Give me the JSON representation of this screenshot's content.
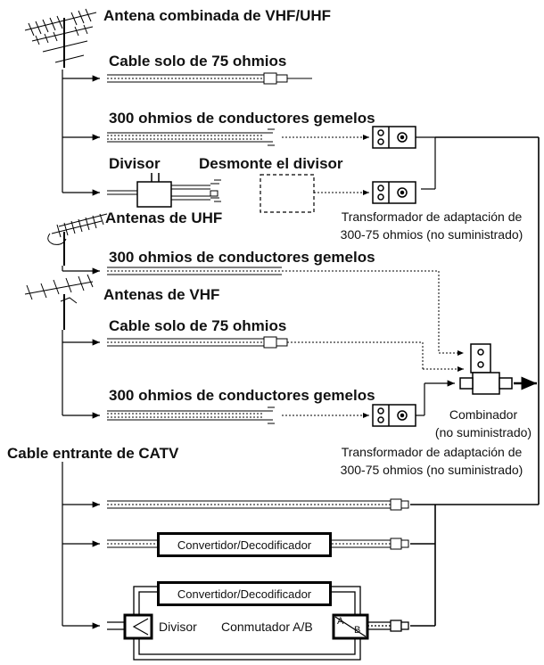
{
  "labels": {
    "combined_antenna": "Antena combinada de VHF/UHF",
    "cable_75_a": "Cable solo de 75 ohmios",
    "twin_300_a": "300 ohmios de conductores gemelos",
    "splitter": "Divisor",
    "remove_splitter": "Desmonte el divisor",
    "transformer_1_line1": "Transformador de adaptación de",
    "transformer_1_line2": "300-75 ohmios (no suministrado)",
    "uhf_antenna": "Antenas de UHF",
    "twin_300_b": "300 ohmios de conductores gemelos",
    "vhf_antenna": "Antenas de VHF",
    "cable_75_b": "Cable solo de 75 ohmios",
    "twin_300_c": "300 ohmios de conductores gemelos",
    "combiner_line1": "Combinador",
    "combiner_line2": "(no suministrado)",
    "transformer_2_line1": "Transformador de adaptación de",
    "transformer_2_line2": "300-75 ohmios (no suministrado)",
    "catv": "Cable entrante de CATV",
    "converter_1": "Convertidor/Decodificador",
    "converter_2": "Convertidor/Decodificador",
    "splitter_2": "Divisor",
    "ab_switch": "Conmutador A/B",
    "ab_a": "A",
    "ab_b": "B"
  }
}
